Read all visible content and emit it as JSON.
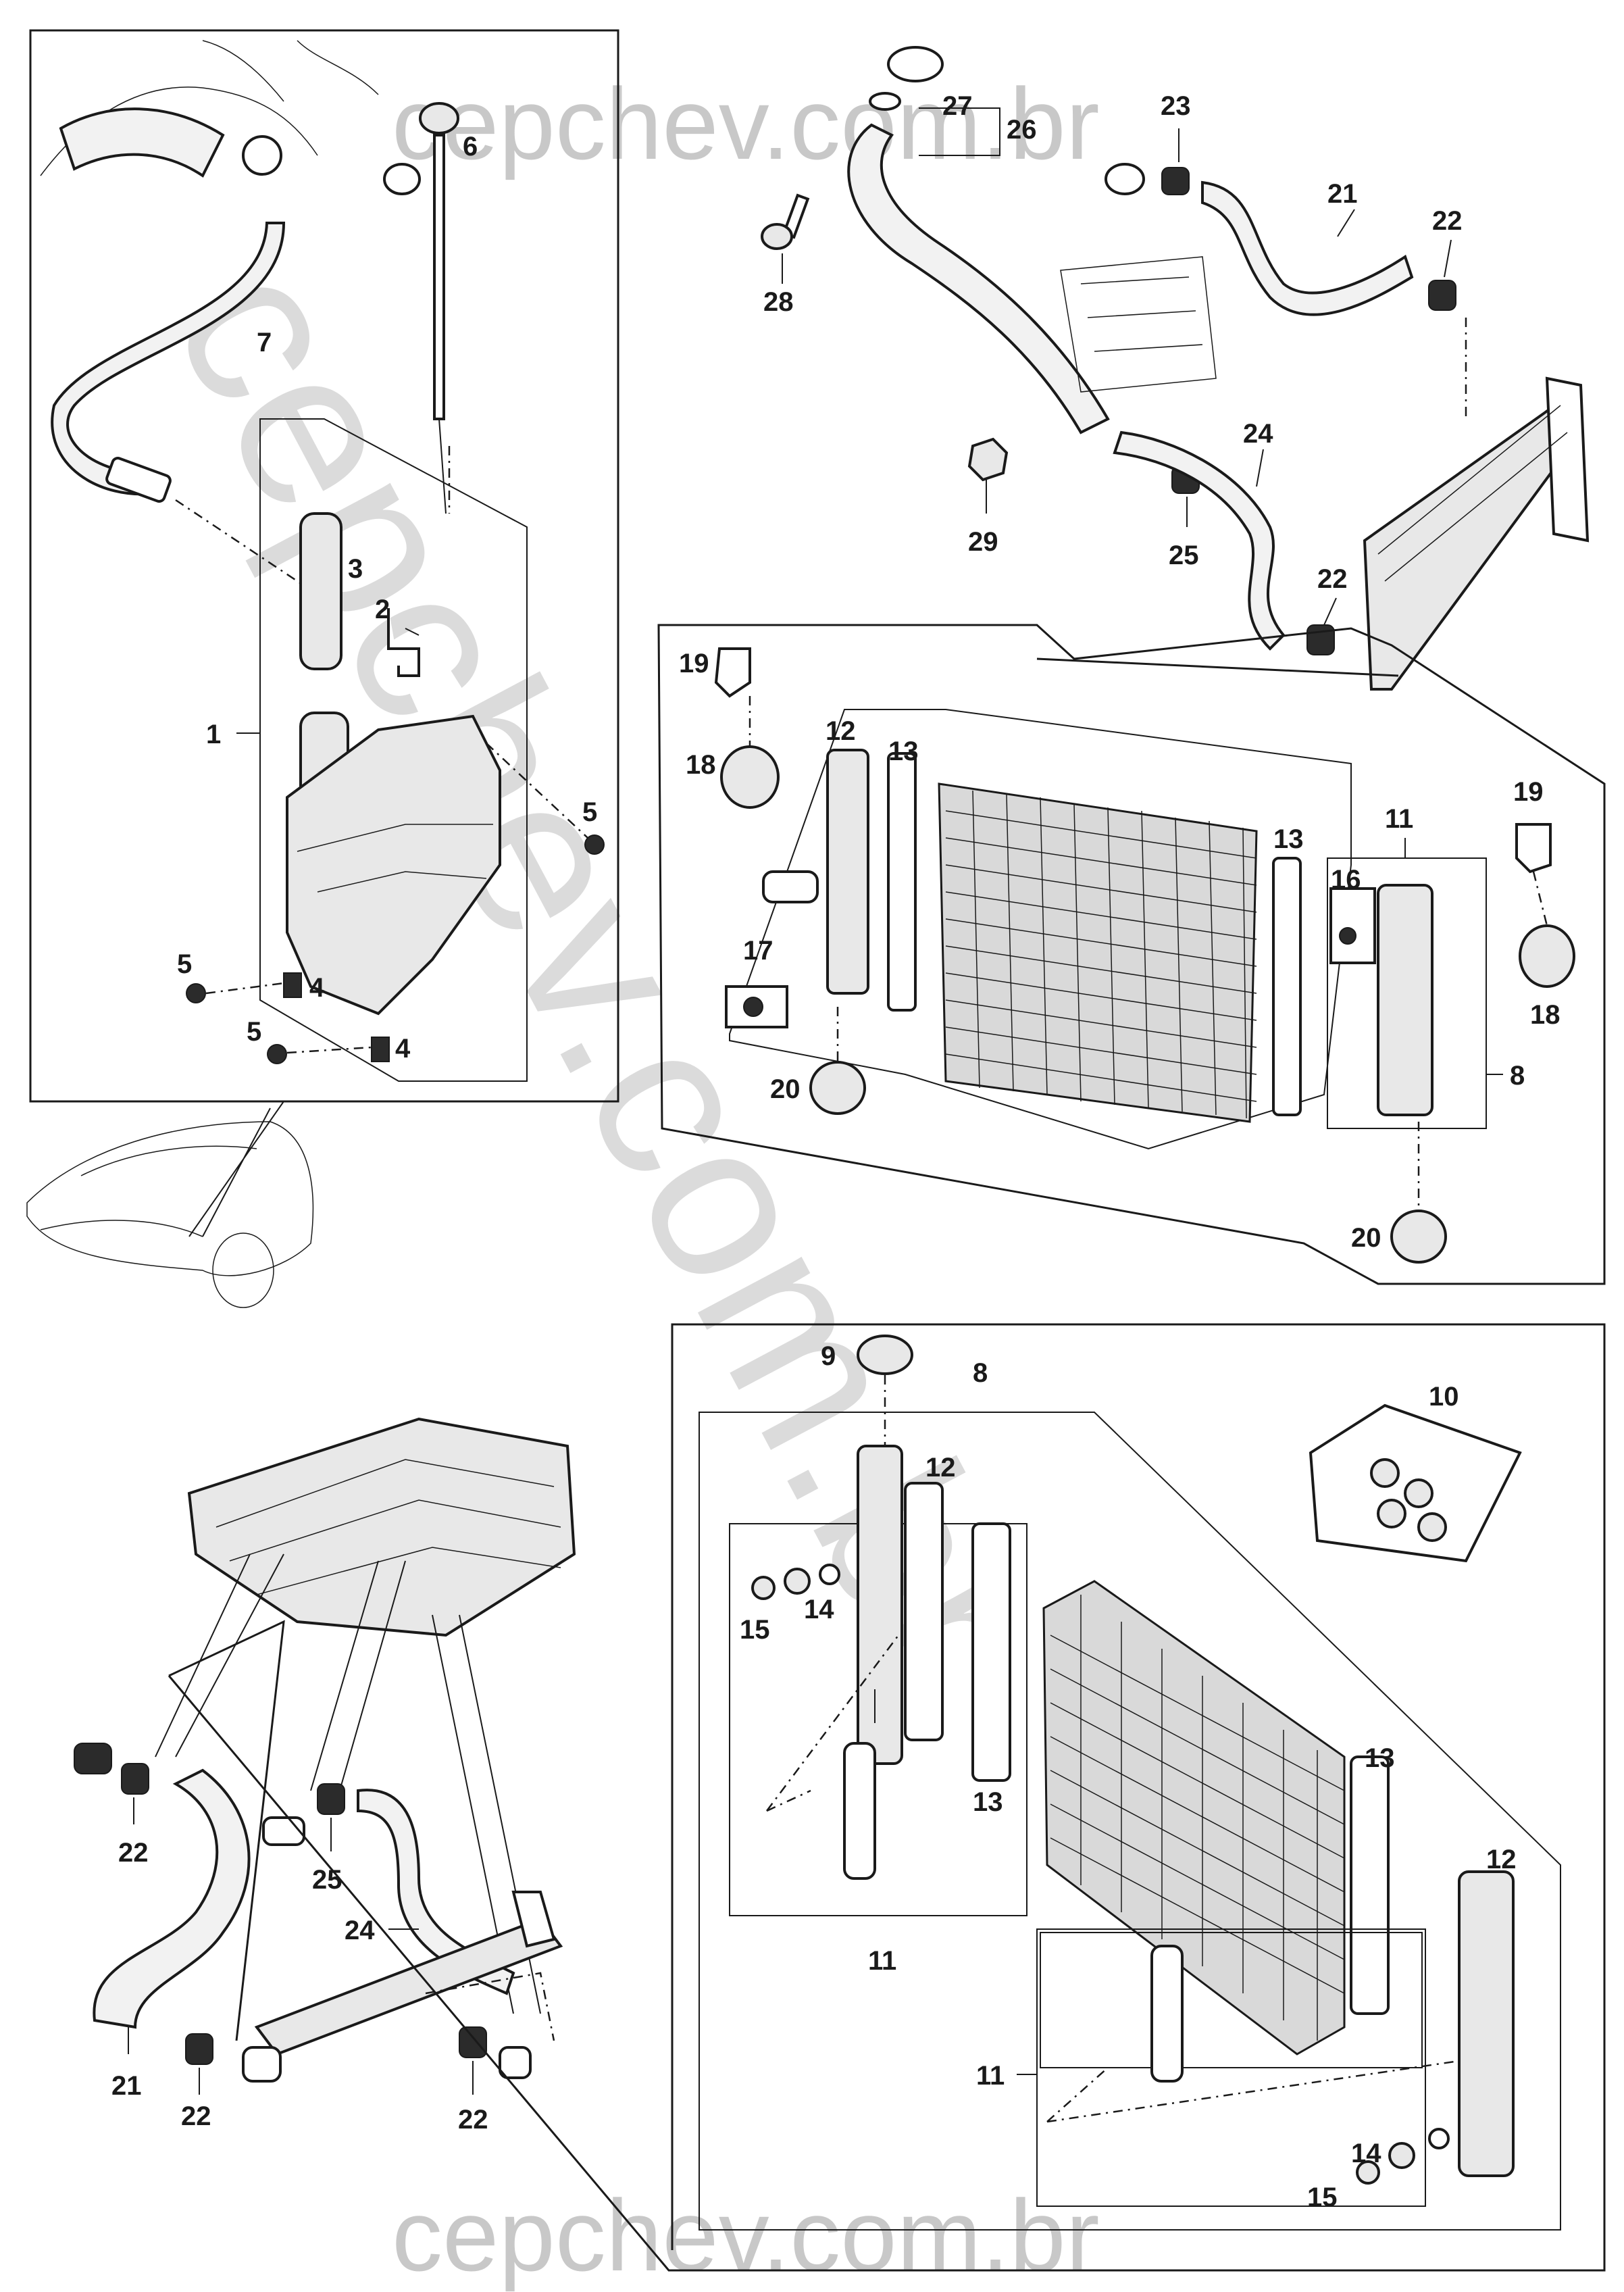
{
  "watermark": {
    "top": "cepchev.com.br",
    "bottom": "cepchev.com.br",
    "diagonal": "cepchev.com.br"
  },
  "callouts": {
    "c1": "1",
    "c2": "2",
    "c3": "3",
    "c4a": "4",
    "c4b": "4",
    "c5a": "5",
    "c5b": "5",
    "c5c": "5",
    "c6": "6",
    "c7": "7",
    "c8a": "8",
    "c8b": "8",
    "c9": "9",
    "c10": "10",
    "c11a": "11",
    "c11b": "11",
    "c11c": "11",
    "c12a": "12",
    "c12b": "12",
    "c12c": "12",
    "c13a": "13",
    "c13b": "13",
    "c13c": "13",
    "c13d": "13",
    "c14a": "14",
    "c14b": "14",
    "c15a": "15",
    "c15b": "15",
    "c16": "16",
    "c17": "17",
    "c18a": "18",
    "c18b": "18",
    "c19a": "19",
    "c19b": "19",
    "c20a": "20",
    "c20b": "20",
    "c21a": "21",
    "c21b": "21",
    "c22a": "22",
    "c22b": "22",
    "c22c": "22",
    "c22d": "22",
    "c22e": "22",
    "c23": "23",
    "c24a": "24",
    "c24b": "24",
    "c25a": "25",
    "c25b": "25",
    "c26": "26",
    "c27": "27",
    "c28": "28",
    "c29": "29"
  }
}
